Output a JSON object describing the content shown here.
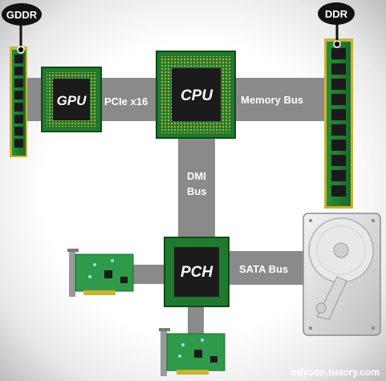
{
  "components": {
    "gpu": "GPU",
    "cpu": "CPU",
    "pch": "PCH",
    "gddr": "GDDR",
    "ddr": "DDR"
  },
  "buses": {
    "pcie": "PCIe x16",
    "memory": "Memory Bus",
    "dmi_line1": "DMI",
    "dmi_line2": "Bus",
    "sata": "SATA Bus"
  },
  "watermark": "edyoon.tistory.com",
  "colors": {
    "bus": "#8a8a8a",
    "board_green": "#1f7a2e",
    "die": "#1b1b1b",
    "pin_gold": "#c9b23a",
    "pcb_card": "#2e9a4a"
  }
}
